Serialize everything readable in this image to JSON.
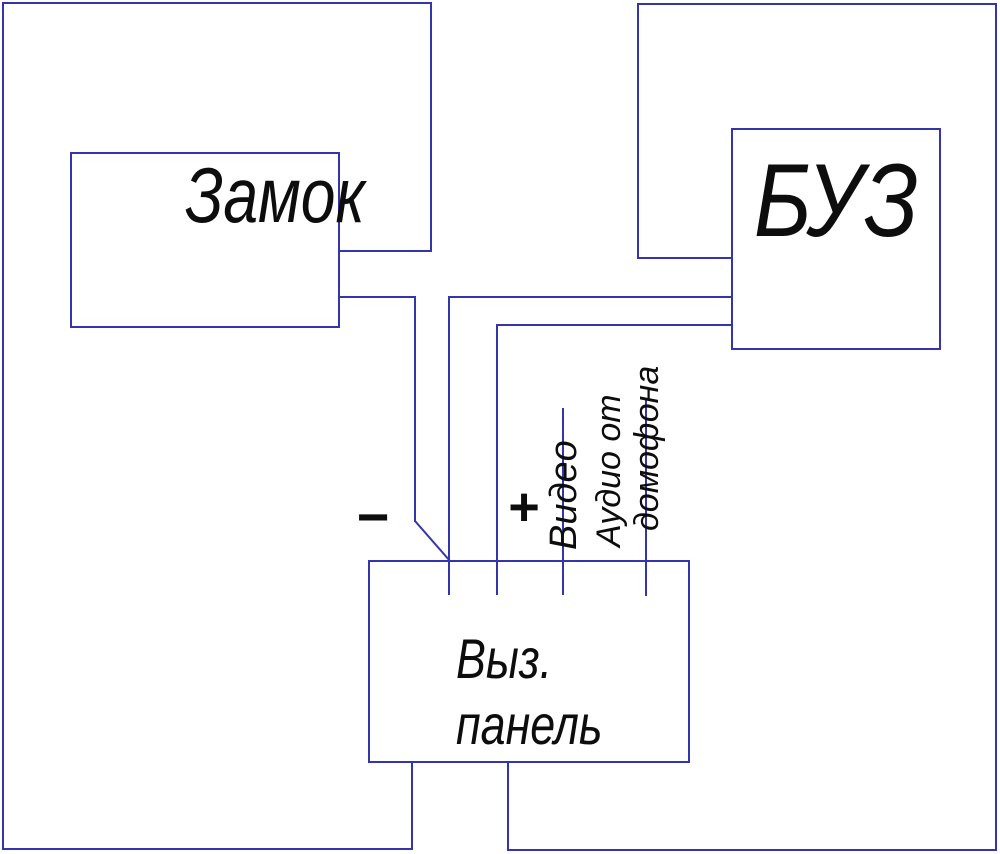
{
  "diagram": {
    "title": "Intercom door-lock wiring diagram",
    "colors": {
      "line": "#3434ad",
      "text": "#0d0d0d",
      "background": "#ffffff"
    },
    "blocks": {
      "lock": {
        "label": "Замок"
      },
      "buz": {
        "label": "БУЗ"
      },
      "call_panel": {
        "line1": "Выз.",
        "line2": "панель"
      }
    },
    "wires": {
      "minus_label": "−",
      "plus_label": "+",
      "video_label": "Видео",
      "audio_label_line1": "Аудио от",
      "audio_label_line2": "домофона"
    }
  }
}
